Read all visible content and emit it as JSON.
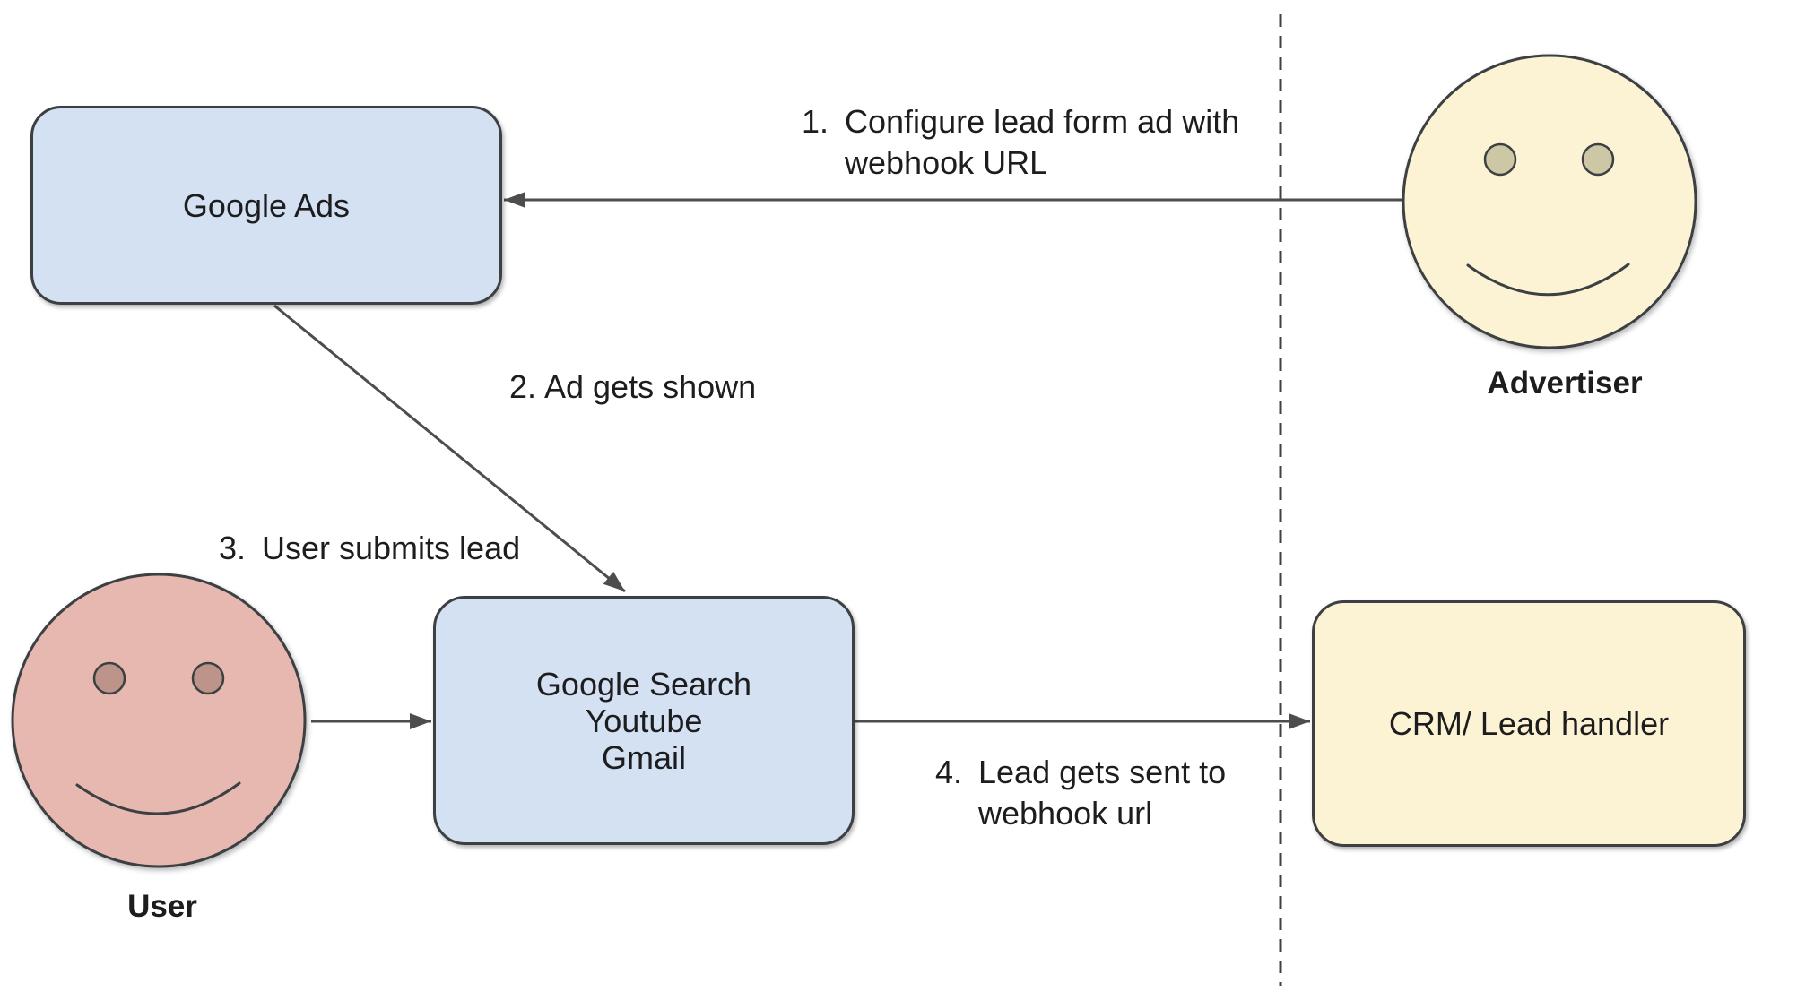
{
  "colors": {
    "node-blue-fill": "#d3e1f2",
    "node-yellow-fill": "#fcf3d4",
    "face-pink-fill": "#e6b8af",
    "eye-tan-fill": "#cdc7a6",
    "eye-pink-fill": "#bd948a",
    "shape-stroke": "#3c4043",
    "connector": "#4d4d4d",
    "text": "#1d1d1f"
  },
  "nodes": {
    "google_ads": {
      "label": "Google Ads"
    },
    "google_surfaces": {
      "lines": [
        "Google Search",
        "Youtube",
        "Gmail"
      ]
    },
    "crm": {
      "label": "CRM/ Lead handler"
    }
  },
  "actors": {
    "advertiser": {
      "label": "Advertiser"
    },
    "user": {
      "label": "User"
    }
  },
  "steps": [
    {
      "number": "1.",
      "lines": [
        "Configure lead form ad with",
        "webhook URL"
      ]
    },
    {
      "number": "2.",
      "lines": [
        "Ad gets shown"
      ]
    },
    {
      "number": "3.",
      "lines": [
        "User submits lead"
      ]
    },
    {
      "number": "4.",
      "lines": [
        "Lead gets sent to",
        "webhook url"
      ]
    }
  ]
}
